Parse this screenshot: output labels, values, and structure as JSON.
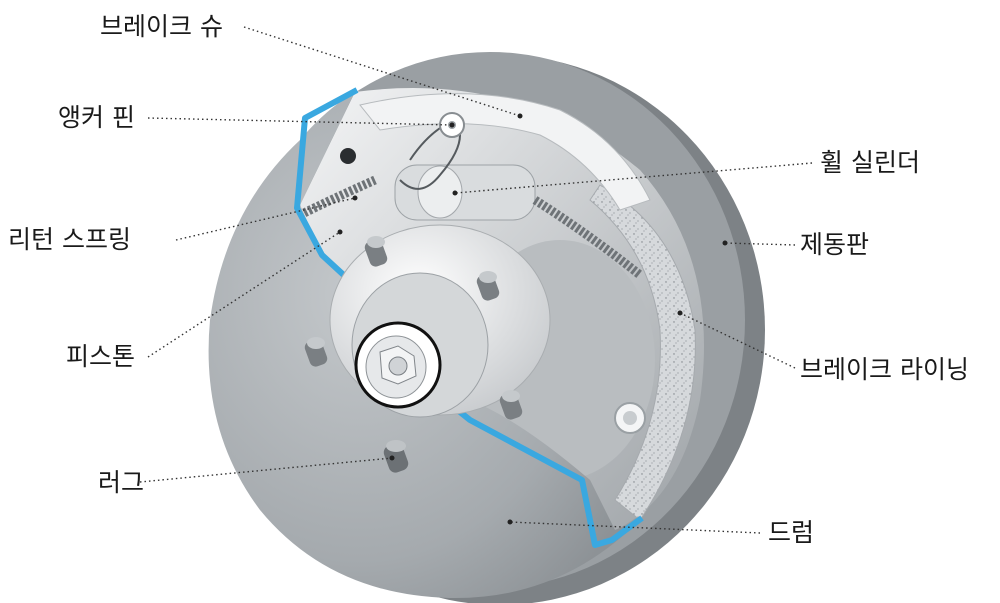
{
  "labels": {
    "brake_shoe": "브레이크 슈",
    "anchor_pin": "앵커 핀",
    "return_spring": "리턴 스프링",
    "piston": "피스톤",
    "lug": "러그",
    "wheel_cylinder": "휠 실린더",
    "backing_plate": "제동판",
    "brake_lining": "브레이크 라이닝",
    "drum": "드럼"
  },
  "colors": {
    "cutaway_edge": "#3aa8e0",
    "drum_face": "#a9aeb2",
    "drum_rim": "#8e9397",
    "lining": "#cfd3d6",
    "hub": "#e8eaeb",
    "leader": "#333333"
  }
}
